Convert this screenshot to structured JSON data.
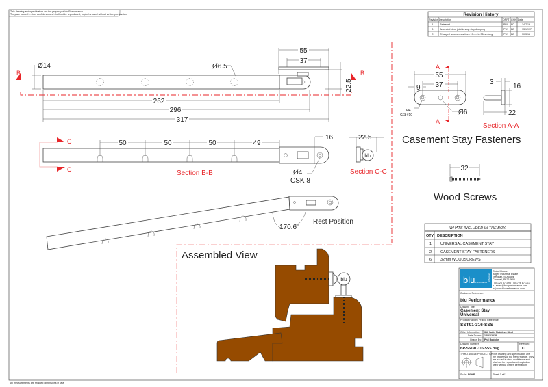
{
  "notice": {
    "line1": "This drawing and specification are the property of blu Performance.",
    "line2": "They are issued in strict confidence and shall not be reproduced, copied or used without written permission."
  },
  "footer_note": "All measurements are finished dimensions in MM.",
  "revision_history": {
    "title": "Revision History",
    "headers": [
      "Revision",
      "Description",
      "DRFT",
      "CHK",
      "Date"
    ],
    "rows": [
      [
        "A",
        "Released.",
        "PW",
        "BD",
        "14/7/16"
      ],
      [
        "B",
        "Amended pivot joint to stop stay dropping",
        "PW",
        "BD",
        "13/12/17"
      ],
      [
        "C",
        "Changed woodscrews from 19mm to 32mm long",
        "PW",
        "BD",
        "30/3/18"
      ]
    ]
  },
  "top_view": {
    "dia_bar": "Ø14",
    "dia_hole": "Ø6.5",
    "dim_55": "55",
    "dim_37": "37",
    "dim_22_5": "22.5",
    "dim_262": "262",
    "dim_296": "296",
    "dim_317": "317",
    "section_marker": "B"
  },
  "section_bb": {
    "spacings": [
      "50",
      "50",
      "50",
      "49"
    ],
    "dim_16": "16",
    "hole_dia": "Ø4",
    "hole_csk": "CSK 8",
    "label": "Section B-B",
    "section_marker": "C"
  },
  "section_cc": {
    "dim": "22.5",
    "logo": "blu",
    "label": "Section C-C"
  },
  "rest_view": {
    "angle": "170.6°",
    "label": "Rest Position"
  },
  "assembled_view": {
    "title": "Assembled View",
    "logo": "blu"
  },
  "fasteners": {
    "title": "Casement Stay Fasteners",
    "dim_55": "55",
    "dim_37": "37",
    "dim_9": "9",
    "hole_a_dia": "Ø4",
    "hole_a_csk": "C/S #10",
    "hole_b_dia": "Ø6",
    "section_marker": "A",
    "section_dim_3": "3",
    "section_dim_16": "16",
    "section_dim_22": "22",
    "section_label": "Section A-A"
  },
  "screws": {
    "title": "Wood Screws",
    "length": "32"
  },
  "box_contents": {
    "title": "WHATS INCLUDED IN THE BOX",
    "headers": [
      "QTY",
      "DESCRIPTION"
    ],
    "rows": [
      [
        "1",
        "UNIVERSAL CASEMENT STAY"
      ],
      [
        "2",
        "CASEMENT STAY FASTENERS"
      ],
      [
        "6",
        "32mm WOODSCREWS"
      ]
    ]
  },
  "title_block": {
    "logo": "blu",
    "logo_sub": "Performance",
    "logo_side": "in Motion",
    "address": [
      "Global House",
      "Bogee Industrial Estate",
      "Tresillian, St Austell",
      "Cornwall, PL26 9RU"
    ],
    "contact": [
      "t | 01726 871093   f | 01726 871713",
      "e | sales@blu-performance.com",
      "w | www.bluperformance.com"
    ],
    "customer_ref_label": "Customer Reference:",
    "customer_ref": "blu Performance",
    "drawing_title_label": "Drawing Title:",
    "drawing_title_1": "Casement Stay",
    "drawing_title_2": "Universal",
    "project_label": "Product Range / Project Reference:",
    "project": "SST91-316-SSS",
    "other_info_label": "Other Information:",
    "other_info": "316 Satin Stainless Steel",
    "date_drawn_label": "Date Drawn:",
    "date_drawn": "14/03/2018",
    "drawn_by_label": "Drawn By:",
    "drawn_by": "Phil Robbins",
    "drawing_number_label": "Drawing Number:",
    "drawing_number": "BP-SST91-316-SSS.dwg",
    "revision_label": "Revision:",
    "revision": "C",
    "projection_label": "THIRD ANGLE PROJECTION",
    "copyright": [
      "This drawing and specification are",
      "the property of blu Performance. They",
      "are issued in strict confidence and",
      "shall not be reproduced, copied or",
      "used without written permission."
    ],
    "scale_label": "Scale:",
    "scale": "NONE",
    "sheet_label": "Sheet:",
    "sheet": "1 of 1"
  },
  "colors": {
    "section_red": "#e8262a",
    "timber": "#964b00",
    "logo_blue": "#1a8fc9"
  }
}
